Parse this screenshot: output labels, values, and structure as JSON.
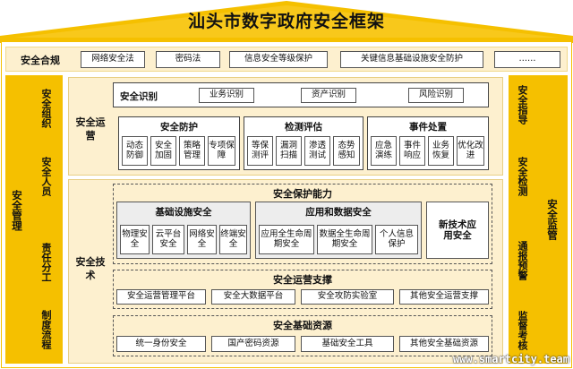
{
  "title": "汕头市数字政府安全框架",
  "compliance": {
    "label": "安全合规",
    "items": [
      "网络安全法",
      "密码法",
      "信息安全等级保护",
      "关键信息基础设施安全防护",
      "……"
    ]
  },
  "left": {
    "label": "安全管理",
    "items": [
      "安全组织",
      "安全人员",
      "责任分工",
      "制度流程"
    ]
  },
  "right": {
    "label": "安全监管",
    "items": [
      "安全指导",
      "安全检测",
      "通报预警",
      "监督考核"
    ]
  },
  "ops": {
    "label": "安全运营",
    "identify": {
      "label": "安全识别",
      "items": [
        "业务识别",
        "资产识别",
        "风险识别"
      ]
    },
    "protect": {
      "label": "安全防护",
      "items": [
        "动态防御",
        "安全加固",
        "策略管理",
        "专项保障"
      ]
    },
    "detect": {
      "label": "检测评估",
      "items": [
        "等保测评",
        "漏洞扫描",
        "渗透测试",
        "态势感知"
      ]
    },
    "respond": {
      "label": "事件处置",
      "items": [
        "应急演练",
        "事件响应",
        "业务恢复",
        "优化改进"
      ]
    }
  },
  "tech": {
    "label": "安全技术",
    "capability": {
      "label": "安全保护能力",
      "infra": {
        "label": "基础设施安全",
        "items": [
          "物理安全",
          "云平台安全",
          "网络安全",
          "终端安全"
        ]
      },
      "appdata": {
        "label": "应用和数据安全",
        "items": [
          "应用全生命周期安全",
          "数据全生命周期安全",
          "个人信息保护"
        ]
      },
      "newtech": "新技术应用安全"
    },
    "opsupport": {
      "label": "安全运营支撑",
      "items": [
        "安全运营管理平台",
        "安全大数据平台",
        "安全攻防实验室",
        "其他安全运营支撑"
      ]
    },
    "resources": {
      "label": "安全基础资源",
      "items": [
        "统一身份安全",
        "国产密码资源",
        "基础安全工具",
        "其他安全基础资源"
      ]
    }
  },
  "watermark": "www.smartcity.team",
  "colors": {
    "gold": "#f5c000",
    "cream": "#fdf0cf",
    "gray": "#ededed"
  }
}
